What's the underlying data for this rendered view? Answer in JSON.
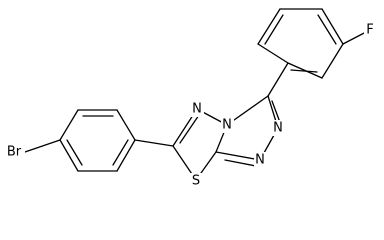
{
  "molecule": {
    "atoms": {
      "bromine": "Br",
      "fluorine": "F",
      "sulfur": "S",
      "nitrogen_thiadiazole": "N",
      "nitrogen_bridge": "N",
      "nitrogen_triazole_upper": "N",
      "nitrogen_triazole_lower": "N"
    }
  },
  "colors": {
    "bond": "#000000",
    "text": "#000000",
    "background": "#ffffff"
  }
}
